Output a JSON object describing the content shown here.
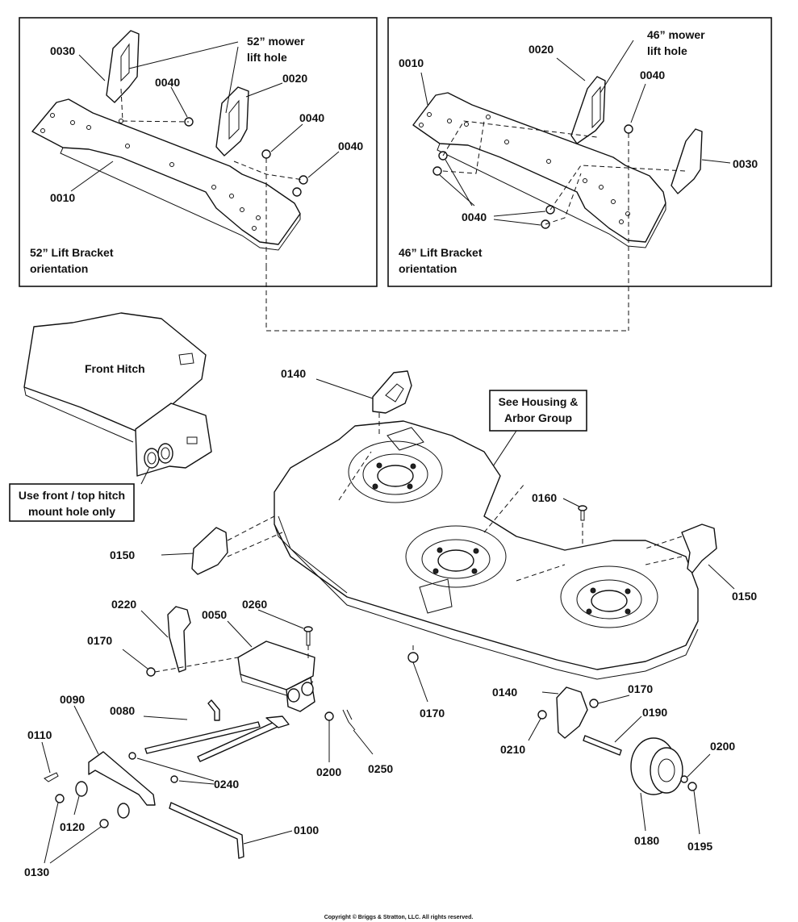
{
  "panels": {
    "left": {
      "caption_line1": "52” Lift Bracket",
      "caption_line2": "orientation",
      "note_line1": "52” mower",
      "note_line2": "lift hole",
      "labels": {
        "p0030": "0030",
        "p0040a": "0040",
        "p0020": "0020",
        "p0040b": "0040",
        "p0040c": "0040",
        "p0010": "0010"
      }
    },
    "right": {
      "caption_line1": "46” Lift Bracket",
      "caption_line2": "orientation",
      "note_line1": "46” mower",
      "note_line2": "lift hole",
      "labels": {
        "p0010": "0010",
        "p0020": "0020",
        "p0040a": "0040",
        "p0030": "0030",
        "p0040b": "0040"
      }
    }
  },
  "callouts": {
    "front_hitch": "Front Hitch",
    "hitch_note_line1": "Use front / top hitch",
    "hitch_note_line2": "mount hole only",
    "housing_line1": "See Housing &",
    "housing_line2": "Arbor Group"
  },
  "parts": {
    "p0140a": "0140",
    "p0160": "0160",
    "p0150a": "0150",
    "p0150b": "0150",
    "p0220": "0220",
    "p0260": "0260",
    "p0050": "0050",
    "p0170a": "0170",
    "p0170b": "0170",
    "p0170c": "0170",
    "p0090": "0090",
    "p0080": "0080",
    "p0110": "0110",
    "p0240": "0240",
    "p0200a": "0200",
    "p0250": "0250",
    "p0120": "0120",
    "p0130": "0130",
    "p0100": "0100",
    "p0140b": "0140",
    "p0190": "0190",
    "p0210": "0210",
    "p0200b": "0200",
    "p0180": "0180",
    "p0195": "0195"
  },
  "copyright": "Copyright © Briggs & Stratton, LLC. All rights reserved."
}
